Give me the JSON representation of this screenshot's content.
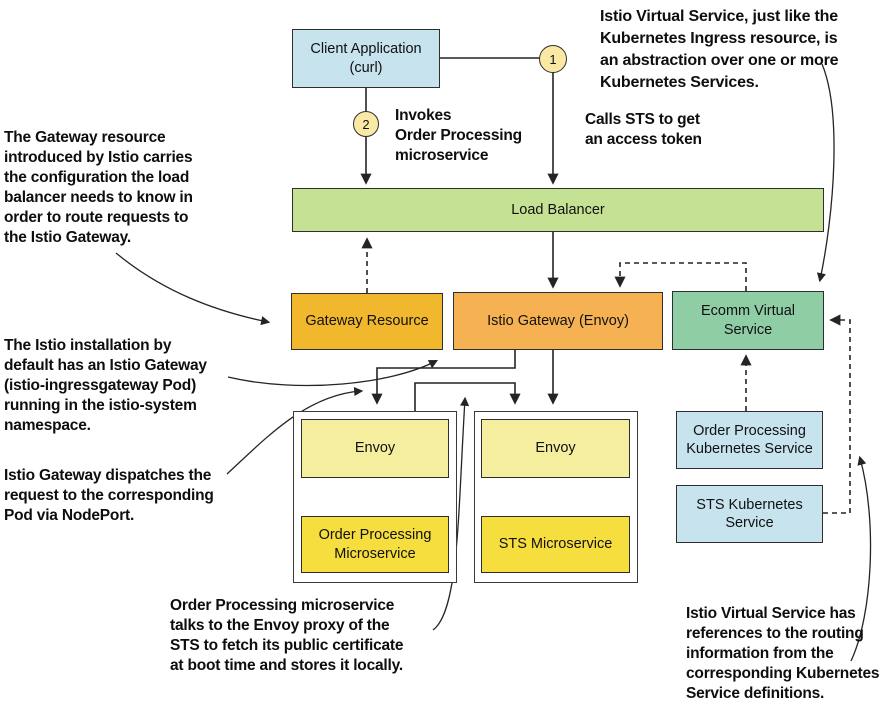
{
  "nodes": {
    "client_app": "Client Application\n(curl)",
    "load_balancer": "Load Balancer",
    "gateway_resource": "Gateway Resource",
    "istio_gateway": "Istio Gateway (Envoy)",
    "ecomm_virtual_service": "Ecomm Virtual\nService",
    "envoy_op": "Envoy",
    "op_microservice": "Order Processing\nMicroservice",
    "envoy_sts": "Envoy",
    "sts_microservice": "STS Microservice",
    "op_k8s_service": "Order Processing\nKubernetes Service",
    "sts_k8s_service": "STS Kubernetes\nService"
  },
  "steps": {
    "step1": "1",
    "step2": "2"
  },
  "flow_labels": {
    "calls_sts": "Calls STS to get\nan access token",
    "invokes_op": "Invokes\nOrder Processing\nmicroservice"
  },
  "annotations": {
    "virtual_service_abstraction": "Istio Virtual Service, just like the\nKubernetes Ingress resource, is\nan abstraction over one or more\nKubernetes Services.",
    "gateway_resource_config": "The Gateway resource\nintroduced by Istio carries\nthe configuration the load\nbalancer needs to know in\norder to route requests to\nthe Istio Gateway.",
    "istio_installation": "The Istio installation by\ndefault has an Istio Gateway\n(istio-ingressgateway Pod)\nrunning in the istio-system\nnamespace.",
    "gateway_dispatch": "Istio Gateway dispatches the\nrequest to the corresponding\nPod via NodePort.",
    "op_talks_to_sts_envoy": "Order Processing microservice\ntalks to the Envoy proxy of the\nSTS to fetch its public certificate\nat boot time and stores it locally.",
    "vs_references_k8s": "Istio Virtual Service has\nreferences to the routing\ninformation from the\ncorresponding Kubernetes\nService definitions."
  },
  "colors": {
    "client_and_k8s_service_fill": "#c6e3ee",
    "load_balancer_fill": "#c5e294",
    "gateway_resource_fill": "#f2b82d",
    "istio_gateway_fill": "#f6b252",
    "virtual_service_fill": "#8fcda5",
    "envoy_fill": "#f4ee9e",
    "microservice_fill": "#f6de3f",
    "step_circle_fill": "#fae9a4",
    "line_color": "#242424"
  }
}
